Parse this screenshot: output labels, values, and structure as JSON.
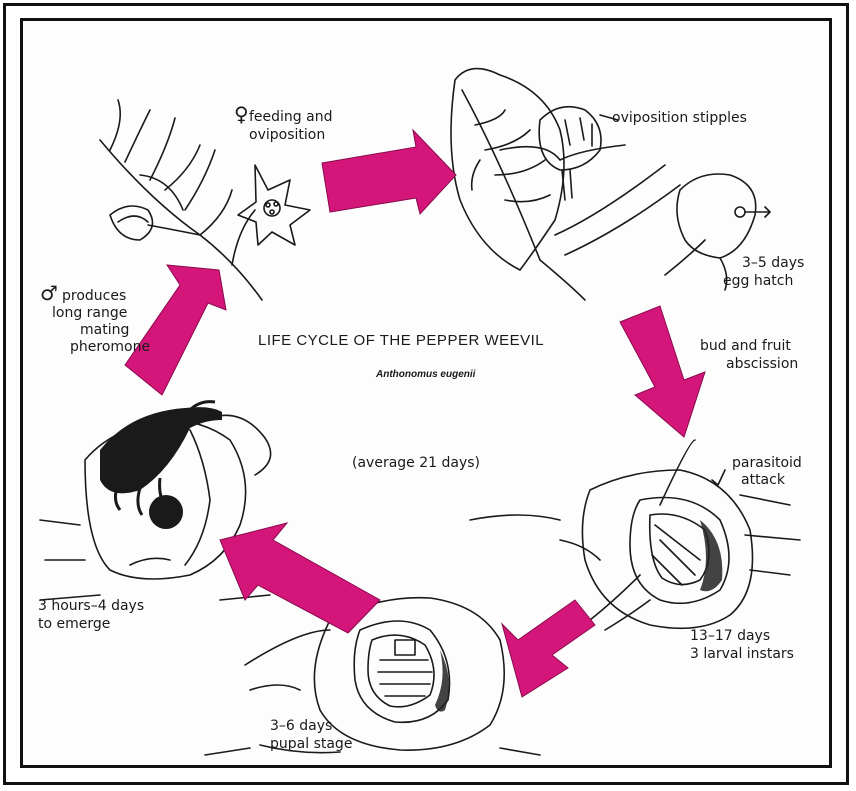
{
  "diagram": {
    "title": "LIFE CYCLE OF THE PEPPER WEEVIL",
    "scientific_name": "Anthonomus eugenii",
    "average": "(average 21 days)",
    "arrow_color": "#d4167a"
  },
  "stages": {
    "feeding": {
      "symbol": "♀",
      "line1": "feeding and",
      "line2": "oviposition"
    },
    "oviposition": {
      "label": "oviposition stipples"
    },
    "egg": {
      "line1": "3–5 days",
      "line2": "egg hatch"
    },
    "abscission": {
      "line1": "bud and fruit",
      "line2": "abscission"
    },
    "parasitoid": {
      "line1": "parasitoid",
      "line2": "attack"
    },
    "larval": {
      "line1": "13–17 days",
      "line2": "3 larval instars"
    },
    "pupal": {
      "line1": "3–6 days",
      "line2": "pupal stage"
    },
    "emerge": {
      "line1": "3 hours–4 days",
      "line2": "to emerge"
    },
    "male": {
      "symbol": "♂",
      "line1": "produces",
      "line2": "long range",
      "line3": "mating",
      "line4": "pheromone"
    }
  }
}
